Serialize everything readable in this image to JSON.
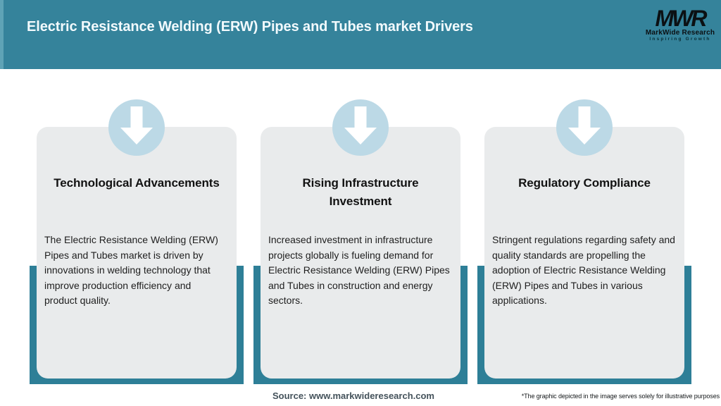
{
  "header": {
    "title": "Electric Resistance Welding (ERW) Pipes and Tubes market Drivers",
    "logo": {
      "monogram": "MWR",
      "name": "MarkWide Research",
      "tagline": "Inspiring Growth"
    }
  },
  "cards": [
    {
      "icon": "down-arrow",
      "title": "Technological Advancements",
      "body": "The Electric Resistance Welding (ERW)\nPipes and Tubes market is driven by\ninnovations in welding technology that\nimprove production efficiency and\nproduct quality."
    },
    {
      "icon": "down-arrow",
      "title": "Rising Infrastructure\nInvestment",
      "body": "Increased investment in infrastructure\nprojects globally is fueling demand for\nElectric Resistance Welding (ERW) Pipes\nand Tubes in construction and energy\nsectors."
    },
    {
      "icon": "down-arrow",
      "title": "Regulatory Compliance",
      "body": "Stringent regulations regarding safety and\nquality standards are propelling the\nadoption of Electric Resistance Welding\n(ERW) Pipes and Tubes in various\napplications."
    }
  ],
  "footer": {
    "source": "Source: www.markwideresearch.com",
    "disclaimer": "*The graphic depicted in the image serves solely for illustrative purposes"
  },
  "colors": {
    "header-teal": "#35839B",
    "panel-teal": "#2E7F97",
    "card-bg": "#E9EBEC",
    "badge-blue": "#BCD9E6",
    "arrow-white": "#FFFFFF"
  }
}
